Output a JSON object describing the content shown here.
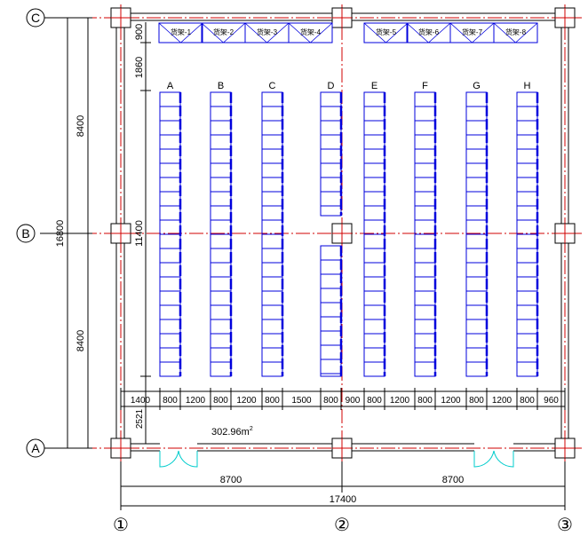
{
  "axes": {
    "rows": [
      "C",
      "B",
      "A"
    ],
    "cols": [
      "①",
      "②",
      "③"
    ]
  },
  "dimensions": {
    "vertical_outer": "16800",
    "vertical_upper": "8400",
    "vertical_lower": "8400",
    "top_offset": "900",
    "aisle_top": "1860",
    "rack_length": "11400",
    "bottom_gap": "2521",
    "horizontal_total": "17400",
    "horizontal_bay_1": "8700",
    "horizontal_bay_2": "8700",
    "rack_row": [
      "1400",
      "800",
      "1200",
      "800",
      "1200",
      "800",
      "1500",
      "800",
      "900",
      "800",
      "1200",
      "800",
      "1200",
      "800",
      "1200",
      "800",
      "960"
    ]
  },
  "rack_labels": [
    "A",
    "B",
    "C",
    "D",
    "E",
    "F",
    "G",
    "H"
  ],
  "shelf_labels": [
    "货架-1",
    "货架-2",
    "货架-3",
    "货架-4",
    "货架-5",
    "货架-6",
    "货架-7",
    "货架-8"
  ],
  "area": {
    "value": "302.96m",
    "superscript": "2"
  },
  "colors": {
    "line": "#000000",
    "axis": "#d00000",
    "rack": "#0000dd",
    "door": "#00cccc",
    "background": "#ffffff"
  }
}
